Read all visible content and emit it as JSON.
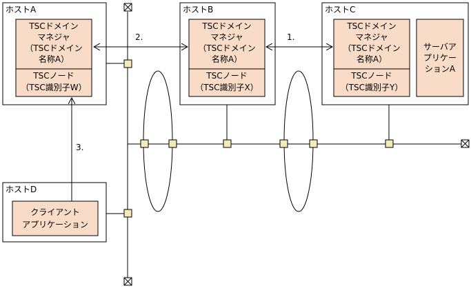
{
  "colors": {
    "box_fill": "#f8dcc8",
    "port_fill": "#f2eab8",
    "line": "#000000",
    "background": "#ffffff"
  },
  "hosts": {
    "a": {
      "title": "ホストA",
      "manager": [
        "TSCドメイン",
        "マネジャ",
        "（TSCドメイン",
        "名称A）"
      ],
      "node": [
        "TSCノード",
        "（TSC識別子W）"
      ]
    },
    "b": {
      "title": "ホストB",
      "manager": [
        "TSCドメイン",
        "マネジャ",
        "（TSCドメイン",
        "名称A）"
      ],
      "node": [
        "TSCノード",
        "（TSC識別子X）"
      ]
    },
    "c": {
      "title": "ホストC",
      "manager": [
        "TSCドメイン",
        "マネジャ",
        "（TSCドメイン",
        "名称A）"
      ],
      "node": [
        "TSCノード",
        "（TSC識別子Y）"
      ],
      "server_app": [
        "サーバア",
        "プリケー",
        "ションA"
      ]
    },
    "d": {
      "title": "ホストD",
      "client_app": [
        "クライアント",
        "アプリケーション"
      ]
    }
  },
  "arrows": {
    "step1": "1.",
    "step2": "2.",
    "step3": "3."
  },
  "icons": {
    "terminator": "terminator-icon",
    "port": "port-icon"
  }
}
